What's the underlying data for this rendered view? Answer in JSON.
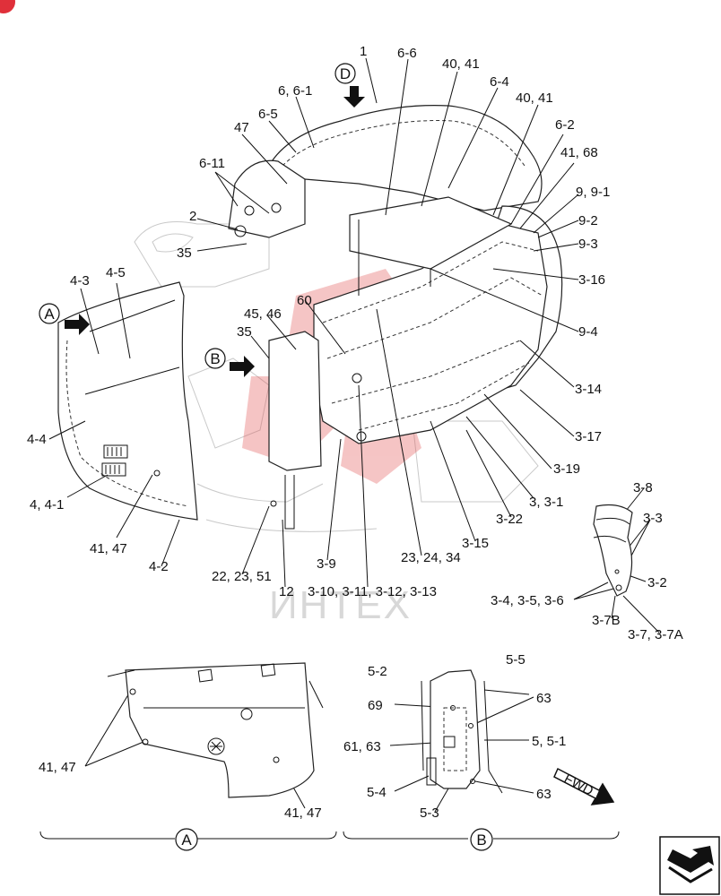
{
  "watermark": "ИНТЕХ",
  "views": {
    "A": "A",
    "B": "B",
    "D": "D"
  },
  "fwd_label": "FWD",
  "labels": {
    "l1": "1",
    "l6_6": "6-6",
    "l40_41a": "40, 41",
    "l6_4": "6-4",
    "l6_6_1": "6, 6-1",
    "l40_41b": "40, 41",
    "l6_5": "6-5",
    "l6_2": "6-2",
    "l47": "47",
    "l41_68": "41, 68",
    "l6_11": "6-11",
    "l9_9_1": "9, 9-1",
    "l2": "2",
    "l9_2": "9-2",
    "l35a": "35",
    "l9_3": "9-3",
    "l4_3": "4-3",
    "l4_5": "4-5",
    "l3_16": "3-16",
    "l60": "60",
    "l45_46": "45, 46",
    "l9_4": "9-4",
    "l35b": "35",
    "l3_14": "3-14",
    "l4_4": "4-4",
    "l3_17": "3-17",
    "l3_19": "3-19",
    "l4_4_1": "4, 4-1",
    "l3_3_1": "3, 3-1",
    "l3_8": "3-8",
    "l3_22": "3-22",
    "l3_3": "3-3",
    "l41_47a": "41, 47",
    "l3_15": "3-15",
    "l4_2": "4-2",
    "l23_24_34": "23, 24, 34",
    "l3_9": "3-9",
    "l3_2": "3-2",
    "l22_23_51": "22, 23, 51",
    "l3_4_5_6": "3-4, 3-5, 3-6",
    "l12": "12",
    "l3_10": "3-10, 3-11, 3-12, 3-13",
    "l3_7B": "3-7B",
    "l3_7_7A": "3-7, 3-7A",
    "l5_2": "5-2",
    "l5_5": "5-5",
    "l69": "69",
    "l63a": "63",
    "l61_63": "61, 63",
    "l5_5_1": "5, 5-1",
    "l41_47b": "41, 47",
    "l5_4": "5-4",
    "l63b": "63",
    "l41_47c": "41, 47",
    "l5_3": "5-3"
  }
}
